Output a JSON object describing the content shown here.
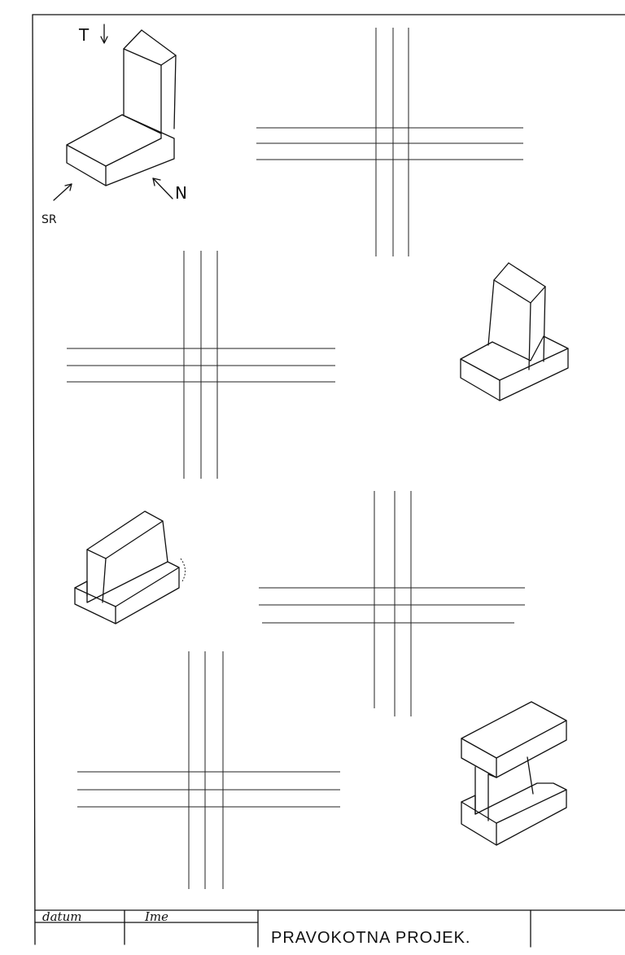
{
  "sheet": {
    "view_labels": {
      "top": "T",
      "front": "SR",
      "side": "N"
    },
    "title_block": {
      "date_label": "datum",
      "name_label": "Ime",
      "title": "PRAVOKOTNA PROJEK."
    }
  },
  "colors": {
    "paper": "#ffffff",
    "ink": "#111111"
  }
}
